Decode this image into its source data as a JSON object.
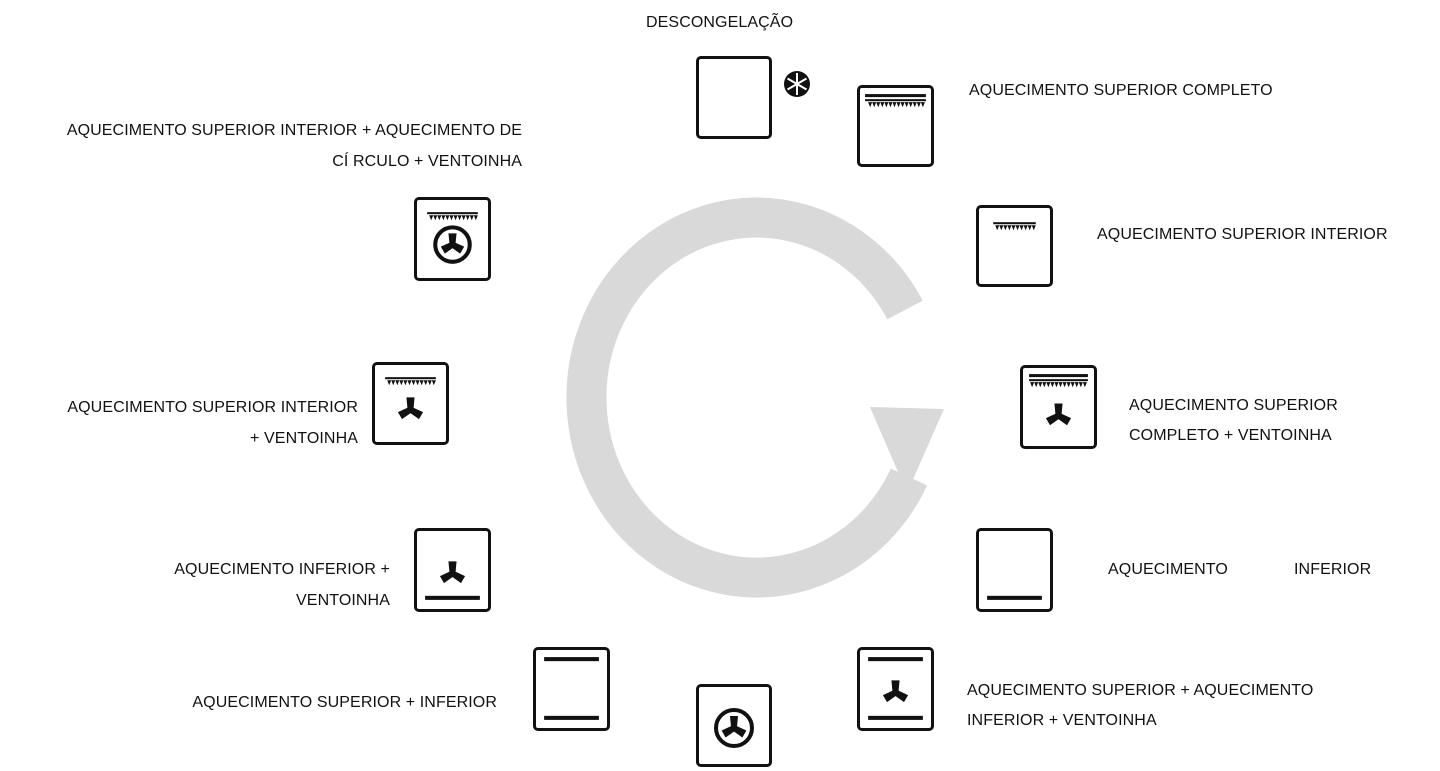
{
  "modes": {
    "defrost": "DESCONGELAÇÃO",
    "full_top": "AQUECIMENTO  SUPERIOR  COMPLETO",
    "inner_top": "AQUECIMENTO  SUPERIOR  INTERIOR",
    "full_top_fan_1": "AQUECIMENTO  SUPERIOR",
    "full_top_fan_2": "COMPLETO + VENTOINHA",
    "bottom_1": "AQUECIMENTO",
    "bottom_2": "INFERIOR",
    "top_bottom_fan_1": "AQUECIMENTO  SUPERIOR  +  AQUECIMENTO",
    "top_bottom_fan_2": "INFERIOR + VENTOINHA",
    "top_bottom": "AQUECIMENTO SUPERIOR + INFERIOR",
    "bottom_fan_1": "AQUECIMENTO INFERIOR +",
    "bottom_fan_2": "VENTOINHA",
    "inner_top_fan_1": "AQUECIMENTO SUPERIOR INTERIOR",
    "inner_top_fan_2": "+ VENTOINHA",
    "inner_top_ring_fan_1": "AQUECIMENTO SUPERIOR INTERIOR + AQUECIMENTO DE",
    "inner_top_ring_fan_2": "CÍ  RCULO + VENTOINHA"
  },
  "icons": {
    "defrost": "snowflake-icon",
    "full_top": "full-top-heat-icon",
    "inner_top": "inner-top-heat-icon",
    "full_top_fan": "full-top-heat-fan-icon",
    "bottom": "bottom-heat-icon",
    "top_bottom_fan": "top-bottom-heat-fan-icon",
    "ring_fan": "ring-fan-icon",
    "top_bottom": "top-bottom-heat-icon",
    "bottom_fan": "bottom-heat-fan-icon",
    "inner_top_fan": "inner-top-heat-fan-icon",
    "inner_top_ring_fan": "inner-top-ring-fan-icon"
  },
  "colors": {
    "cycle_arrow": "#d9d9d9",
    "ink": "#111111"
  }
}
